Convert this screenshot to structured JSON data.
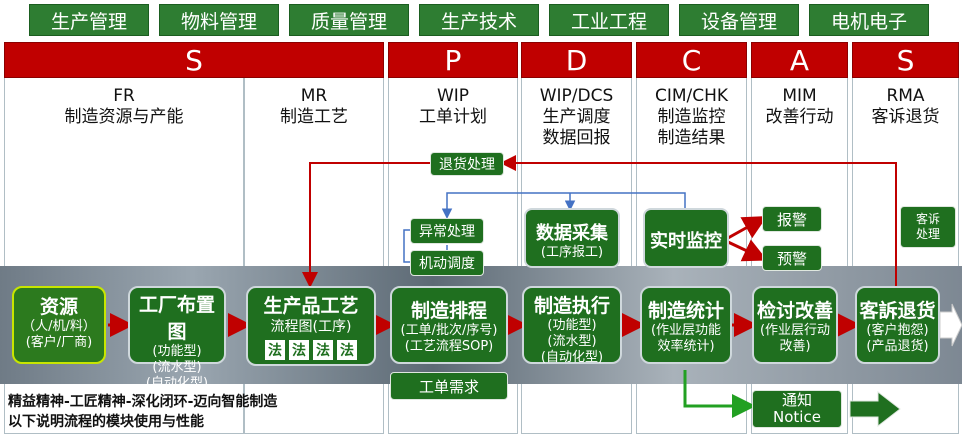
{
  "top_tabs": [
    "生产管理",
    "物料管理",
    "质量管理",
    "生产技术",
    "工业工程",
    "设备管理",
    "电机电子"
  ],
  "headers": [
    "S",
    "P",
    "D",
    "C",
    "A",
    "S"
  ],
  "columns": [
    {
      "code": "FR",
      "title": "制造资源与产能"
    },
    {
      "code": "MR",
      "title": "制造工艺"
    },
    {
      "code": "WIP",
      "title": "工单计划"
    },
    {
      "code": "WIP/DCS",
      "title": "生产调度",
      "title2": "数据回报"
    },
    {
      "code": "CIM/CHK",
      "title": "制造监控",
      "title2": "制造结果"
    },
    {
      "code": "MIM",
      "title": "改善行动"
    },
    {
      "code": "RMA",
      "title": "客诉退货"
    }
  ],
  "process": {
    "resource": {
      "title": "资源",
      "l1": "（人/机/料）",
      "l2": "(客户/厂商)"
    },
    "layout": {
      "title": "工厂布置图",
      "l1": "(功能型)",
      "l2": "(流水型)",
      "l3": "(自动化型)"
    },
    "craft": {
      "title": "生产品工艺",
      "l1": "流程图(工序)",
      "fa": "法"
    },
    "schedule": {
      "title": "制造排程",
      "l1": "(工单/批次/序号)",
      "l2": "(工艺流程SOP)"
    },
    "execute": {
      "title": "制造执行",
      "l1": "(功能型)",
      "l2": "(流水型)",
      "l3": "(自动化型)"
    },
    "stats": {
      "title": "制造统计",
      "l1": "(作业层功能",
      "l2": "效率统计)"
    },
    "review": {
      "title": "检讨改善",
      "l1": "(作业层行动",
      "l2": "改善)"
    },
    "return": {
      "title": "客訴退货",
      "l1": "(客户抱怨)",
      "l2": "(产品退货)"
    }
  },
  "small": {
    "return_handling": "退货处理",
    "exception": "异常处理",
    "dispatch": "机动调度",
    "data_collect": "数据采集",
    "data_collect_sub": "(工序报工)",
    "monitor": "实时监控",
    "alarm": "报警",
    "warning": "预警",
    "complaint_l1": "客诉",
    "complaint_l2": "处理",
    "order_demand": "工单需求",
    "notice_l1": "通知",
    "notice_l2": "Notice"
  },
  "footer": {
    "line1": "精益精神-工匠精神-深化闭环-迈向智能制造",
    "line2": "以下说明流程的模块使用与性能"
  },
  "colors": {
    "green": "#1f6f1f",
    "red": "#c00000",
    "band": "#8a96a1",
    "notice_green": "#22a022"
  }
}
